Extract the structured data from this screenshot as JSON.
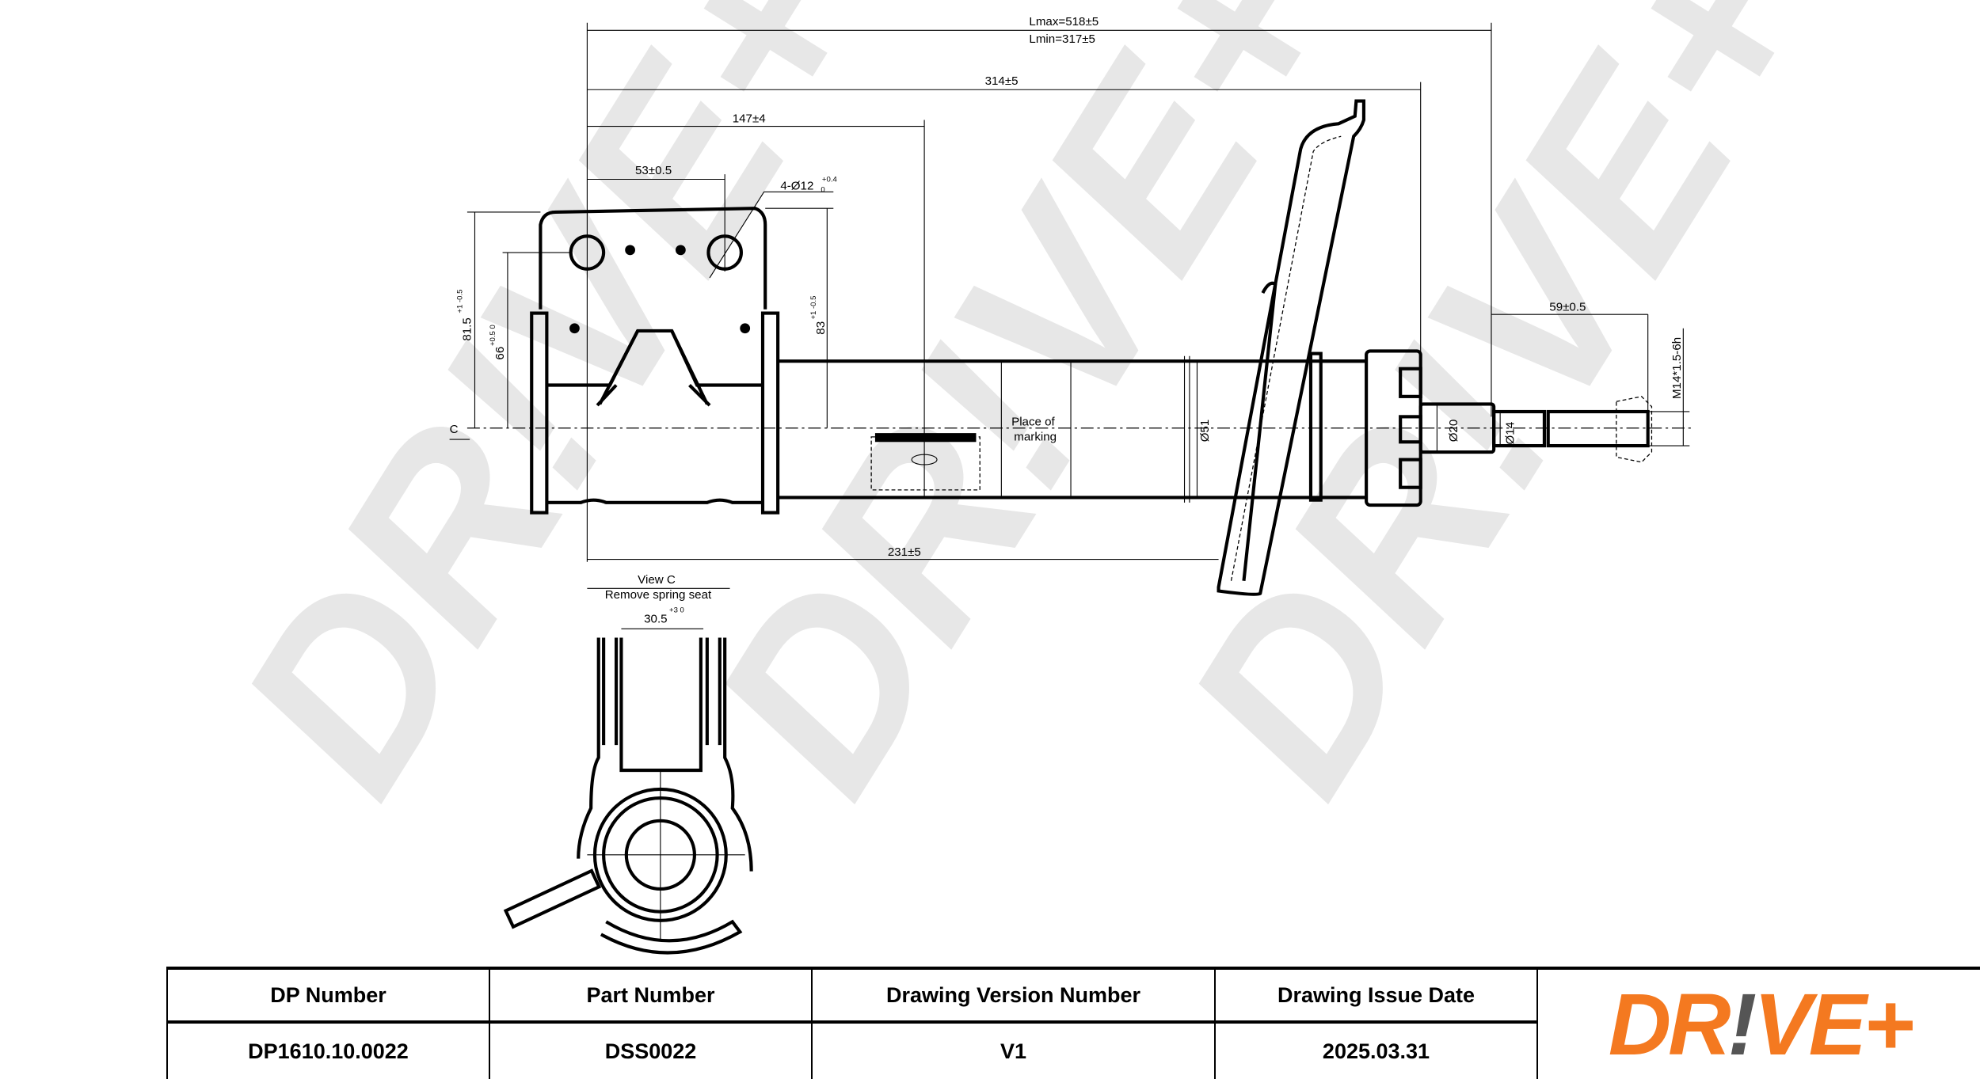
{
  "watermark": "DR!VE+",
  "dimensions": {
    "lmax": "Lmax=518±5",
    "lmin": "Lmin=317±5",
    "len_314": "314±5",
    "len_147": "147±4",
    "len_53": "53±0.5",
    "holes": "4-Ø12",
    "holes_tol": "+0.4",
    "holes_tol_low": "0",
    "h_81": "81.5",
    "h_81_tol": "+1 -0.5",
    "h_66": "66",
    "h_66_tol": "+0.5 0",
    "h_83": "83",
    "h_83_tol": "+1 -0.5",
    "section_c": "C",
    "marking": [
      "Place of",
      "marking"
    ],
    "dia_51": "Ø51",
    "dia_20": "Ø20",
    "dia_14": "Ø14",
    "len_59": "59±0.5",
    "thread": "M14*1.5-6h",
    "len_231": "231±5",
    "view_c": "View C",
    "view_c_note": "Remove spring seat",
    "width_30": "30.5",
    "width_30_tol": "+3 0"
  },
  "title_block": {
    "headers": [
      "DP Number",
      "Part Number",
      "Drawing Version Number",
      "Drawing Issue Date"
    ],
    "values": [
      "DP1610.10.0022",
      "DSS0022",
      "V1",
      "2025.03.31"
    ],
    "logo": {
      "part1": "DR",
      "bang": "!",
      "part2": "VE+"
    },
    "logo_color": "#f47920"
  }
}
